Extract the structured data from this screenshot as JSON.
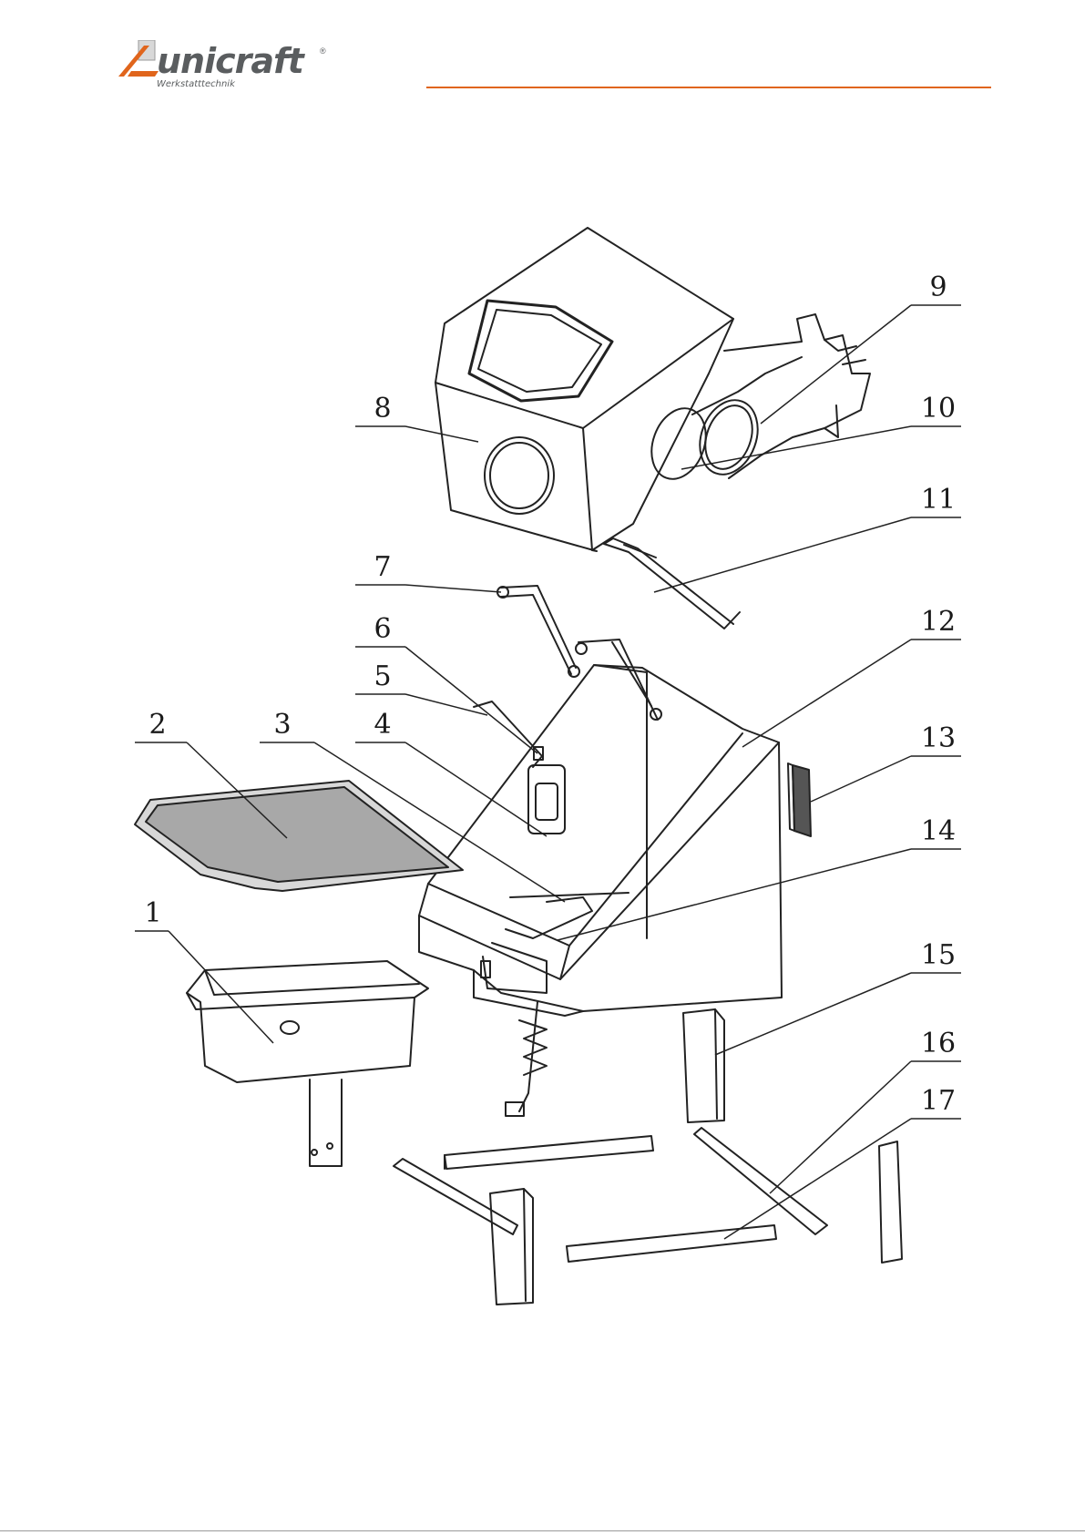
{
  "header": {
    "brand_word": "unicraft",
    "brand_registered": "®",
    "brand_subtitle": "Werkstatttechnik",
    "brand_color": "#e0651c",
    "logo_gray": "#5a5d5f",
    "logo_icon": "unicraft-logo-icon"
  },
  "diagram": {
    "part_numbers": [
      "1",
      "2",
      "3",
      "4",
      "5",
      "6",
      "7",
      "8",
      "9",
      "10",
      "11",
      "12",
      "13",
      "14",
      "15",
      "16",
      "17"
    ]
  }
}
